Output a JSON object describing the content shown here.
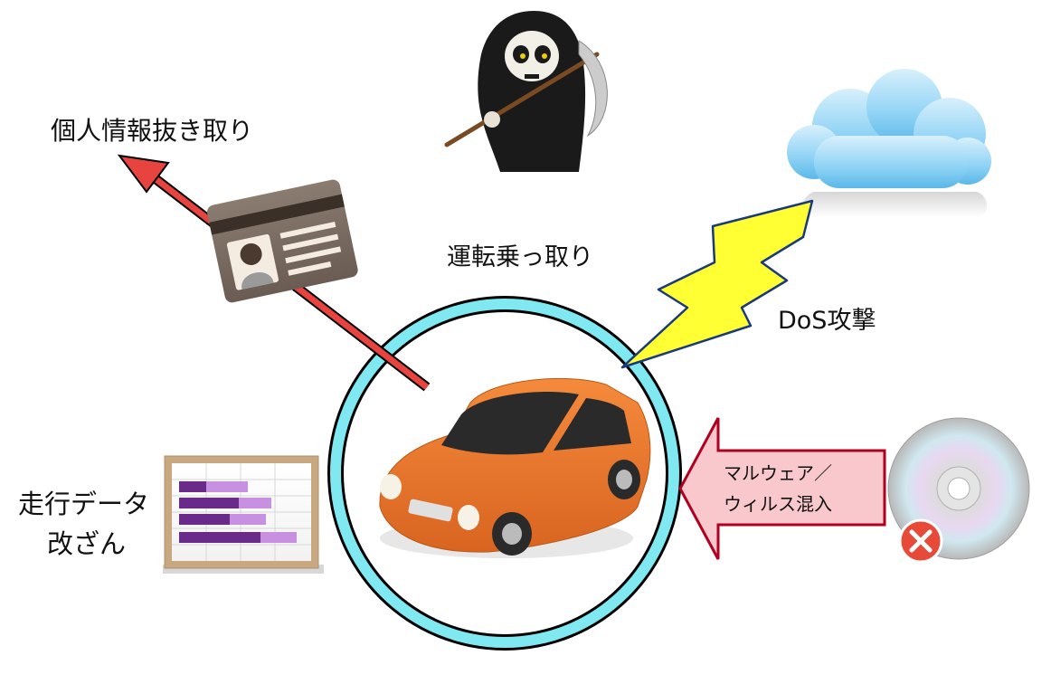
{
  "threats": {
    "personal_info_theft": "個人情報抜き取り",
    "driving_hijack": "運転乗っ取り",
    "dos_attack": "DoS攻撃",
    "driving_data_tamper_line1": "走行データ",
    "driving_data_tamper_line2": "改ざん",
    "malware_line1": "マルウェア／",
    "malware_line2": "ウィルス混入"
  },
  "colors": {
    "ring_fill": "#7fe8f0",
    "car_body": "#e8762c",
    "arrow_red": "#e8443f",
    "lightning": "#ffff33",
    "malware_arrow_fill": "#f8c8cc",
    "malware_arrow_border": "#b00020",
    "cloud": "#8fd3f5",
    "bar_purple": "#7a3a9a",
    "error_red": "#e84a3a"
  },
  "icons": [
    "grim-reaper-icon",
    "id-card-icon",
    "cloud-icon",
    "car-icon",
    "chart-document-icon",
    "cd-disc-icon",
    "error-x-icon"
  ]
}
